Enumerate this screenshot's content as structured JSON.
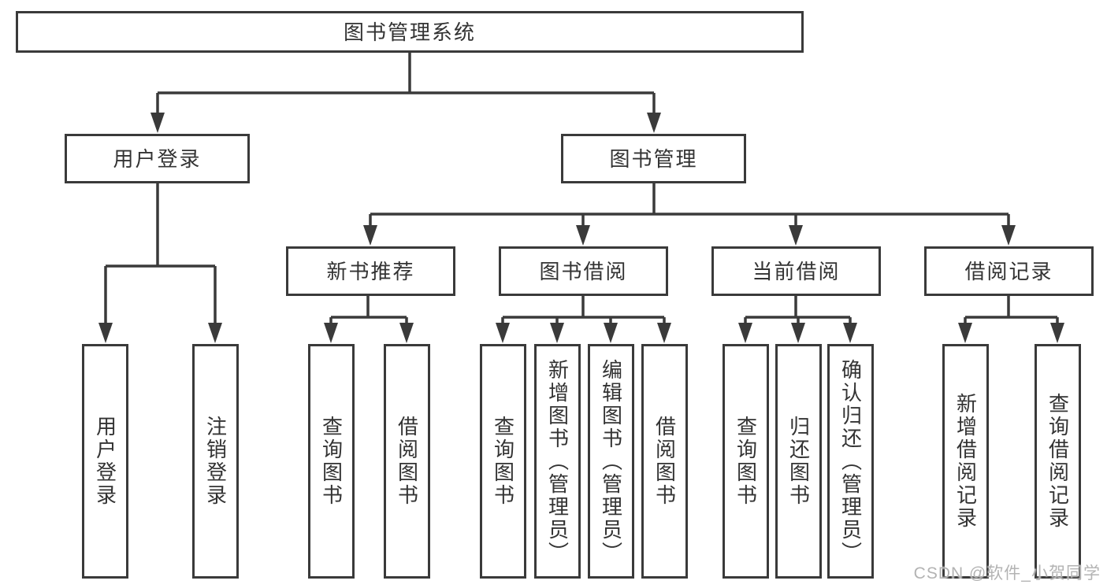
{
  "diagram_type": "hierarchy-tree",
  "nodes": {
    "root": {
      "label": "图书管理系统",
      "children": [
        "user_login",
        "book_mgmt"
      ]
    },
    "user_login": {
      "label": "用户登录",
      "children": [
        "ul_login",
        "ul_logout"
      ]
    },
    "book_mgmt": {
      "label": "图书管理",
      "children": [
        "new_books",
        "book_borrow",
        "current_borrow",
        "borrow_records"
      ]
    },
    "new_books": {
      "label": "新书推荐",
      "children": [
        "nb_query",
        "nb_borrow"
      ]
    },
    "book_borrow": {
      "label": "图书借阅",
      "children": [
        "bb_query",
        "bb_add",
        "bb_edit",
        "bb_borrow"
      ]
    },
    "current_borrow": {
      "label": "当前借阅",
      "children": [
        "cb_query",
        "cb_return",
        "cb_confirm"
      ]
    },
    "borrow_records": {
      "label": "借阅记录",
      "children": [
        "br_add",
        "br_query"
      ]
    },
    "ul_login": {
      "label": "用户登录",
      "children": []
    },
    "ul_logout": {
      "label": "注销登录",
      "children": []
    },
    "nb_query": {
      "label": "查询图书",
      "children": []
    },
    "nb_borrow": {
      "label": "借阅图书",
      "children": []
    },
    "bb_query": {
      "label": "查询图书",
      "children": []
    },
    "bb_add": {
      "label": "新增图书（管理员）",
      "children": []
    },
    "bb_edit": {
      "label": "编辑图书（管理员）",
      "children": []
    },
    "bb_borrow": {
      "label": "借阅图书",
      "children": []
    },
    "cb_query": {
      "label": "查询图书",
      "children": []
    },
    "cb_return": {
      "label": "归还图书",
      "children": []
    },
    "cb_confirm": {
      "label": "确认归还（管理员）",
      "children": []
    },
    "br_add": {
      "label": "新增借阅记录",
      "children": []
    },
    "br_query": {
      "label": "查询借阅记录",
      "children": []
    }
  },
  "watermark": {
    "text": "CSDN @软件_小贺同学",
    "color": "#b3b3b3"
  },
  "colors": {
    "stroke": "#3a3a3a",
    "box_fill": "#ffffff",
    "background": "#ffffff",
    "text": "#333333"
  }
}
